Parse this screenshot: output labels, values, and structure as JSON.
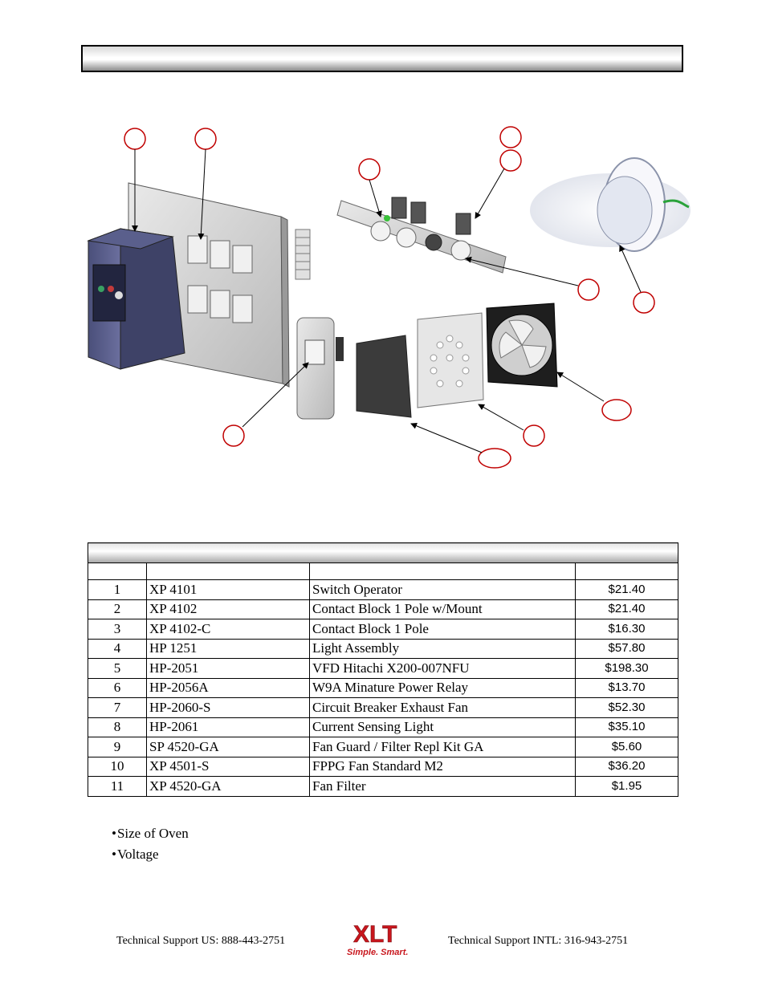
{
  "parts_table": {
    "rows": [
      {
        "num": "1",
        "part": "XP 4101",
        "description": "Switch Operator",
        "price": "$21.40"
      },
      {
        "num": "2",
        "part": "XP 4102",
        "description": "Contact Block 1 Pole w/Mount",
        "price": "$21.40"
      },
      {
        "num": "3",
        "part": "XP 4102-C",
        "description": "Contact Block 1 Pole",
        "price": "$16.30"
      },
      {
        "num": "4",
        "part": "HP 1251",
        "description": "Light Assembly",
        "price": "$57.80"
      },
      {
        "num": "5",
        "part": "HP-2051",
        "description": "VFD Hitachi X200-007NFU",
        "price": "$198.30"
      },
      {
        "num": "6",
        "part": "HP-2056A",
        "description": "W9A Minature Power Relay",
        "price": "$13.70"
      },
      {
        "num": "7",
        "part": "HP-2060-S",
        "description": "Circuit Breaker Exhaust Fan",
        "price": "$52.30"
      },
      {
        "num": "8",
        "part": "HP-2061",
        "description": "Current Sensing Light",
        "price": "$35.10"
      },
      {
        "num": "9",
        "part": "SP 4520-GA",
        "description": "Fan Guard / Filter Repl Kit GA",
        "price": "$5.60"
      },
      {
        "num": "10",
        "part": "XP 4501-S",
        "description": "FPPG Fan Standard M2",
        "price": "$36.20"
      },
      {
        "num": "11",
        "part": "XP 4520-GA",
        "description": "Fan Filter",
        "price": "$1.95"
      }
    ]
  },
  "notes": [
    "Size of Oven",
    "Voltage"
  ],
  "footer": {
    "support_us": "Technical Support  US:  888-443-2751",
    "support_intl": "Technical Support  INTL:  316-943-2751",
    "logo_text": "XLT",
    "logo_tagline": "Simple. Smart."
  },
  "icons": {
    "vfd": "vfd-drive-icon",
    "relay": "relay-icon",
    "switch_panel": "switch-panel-icon",
    "fan": "fan-icon"
  }
}
